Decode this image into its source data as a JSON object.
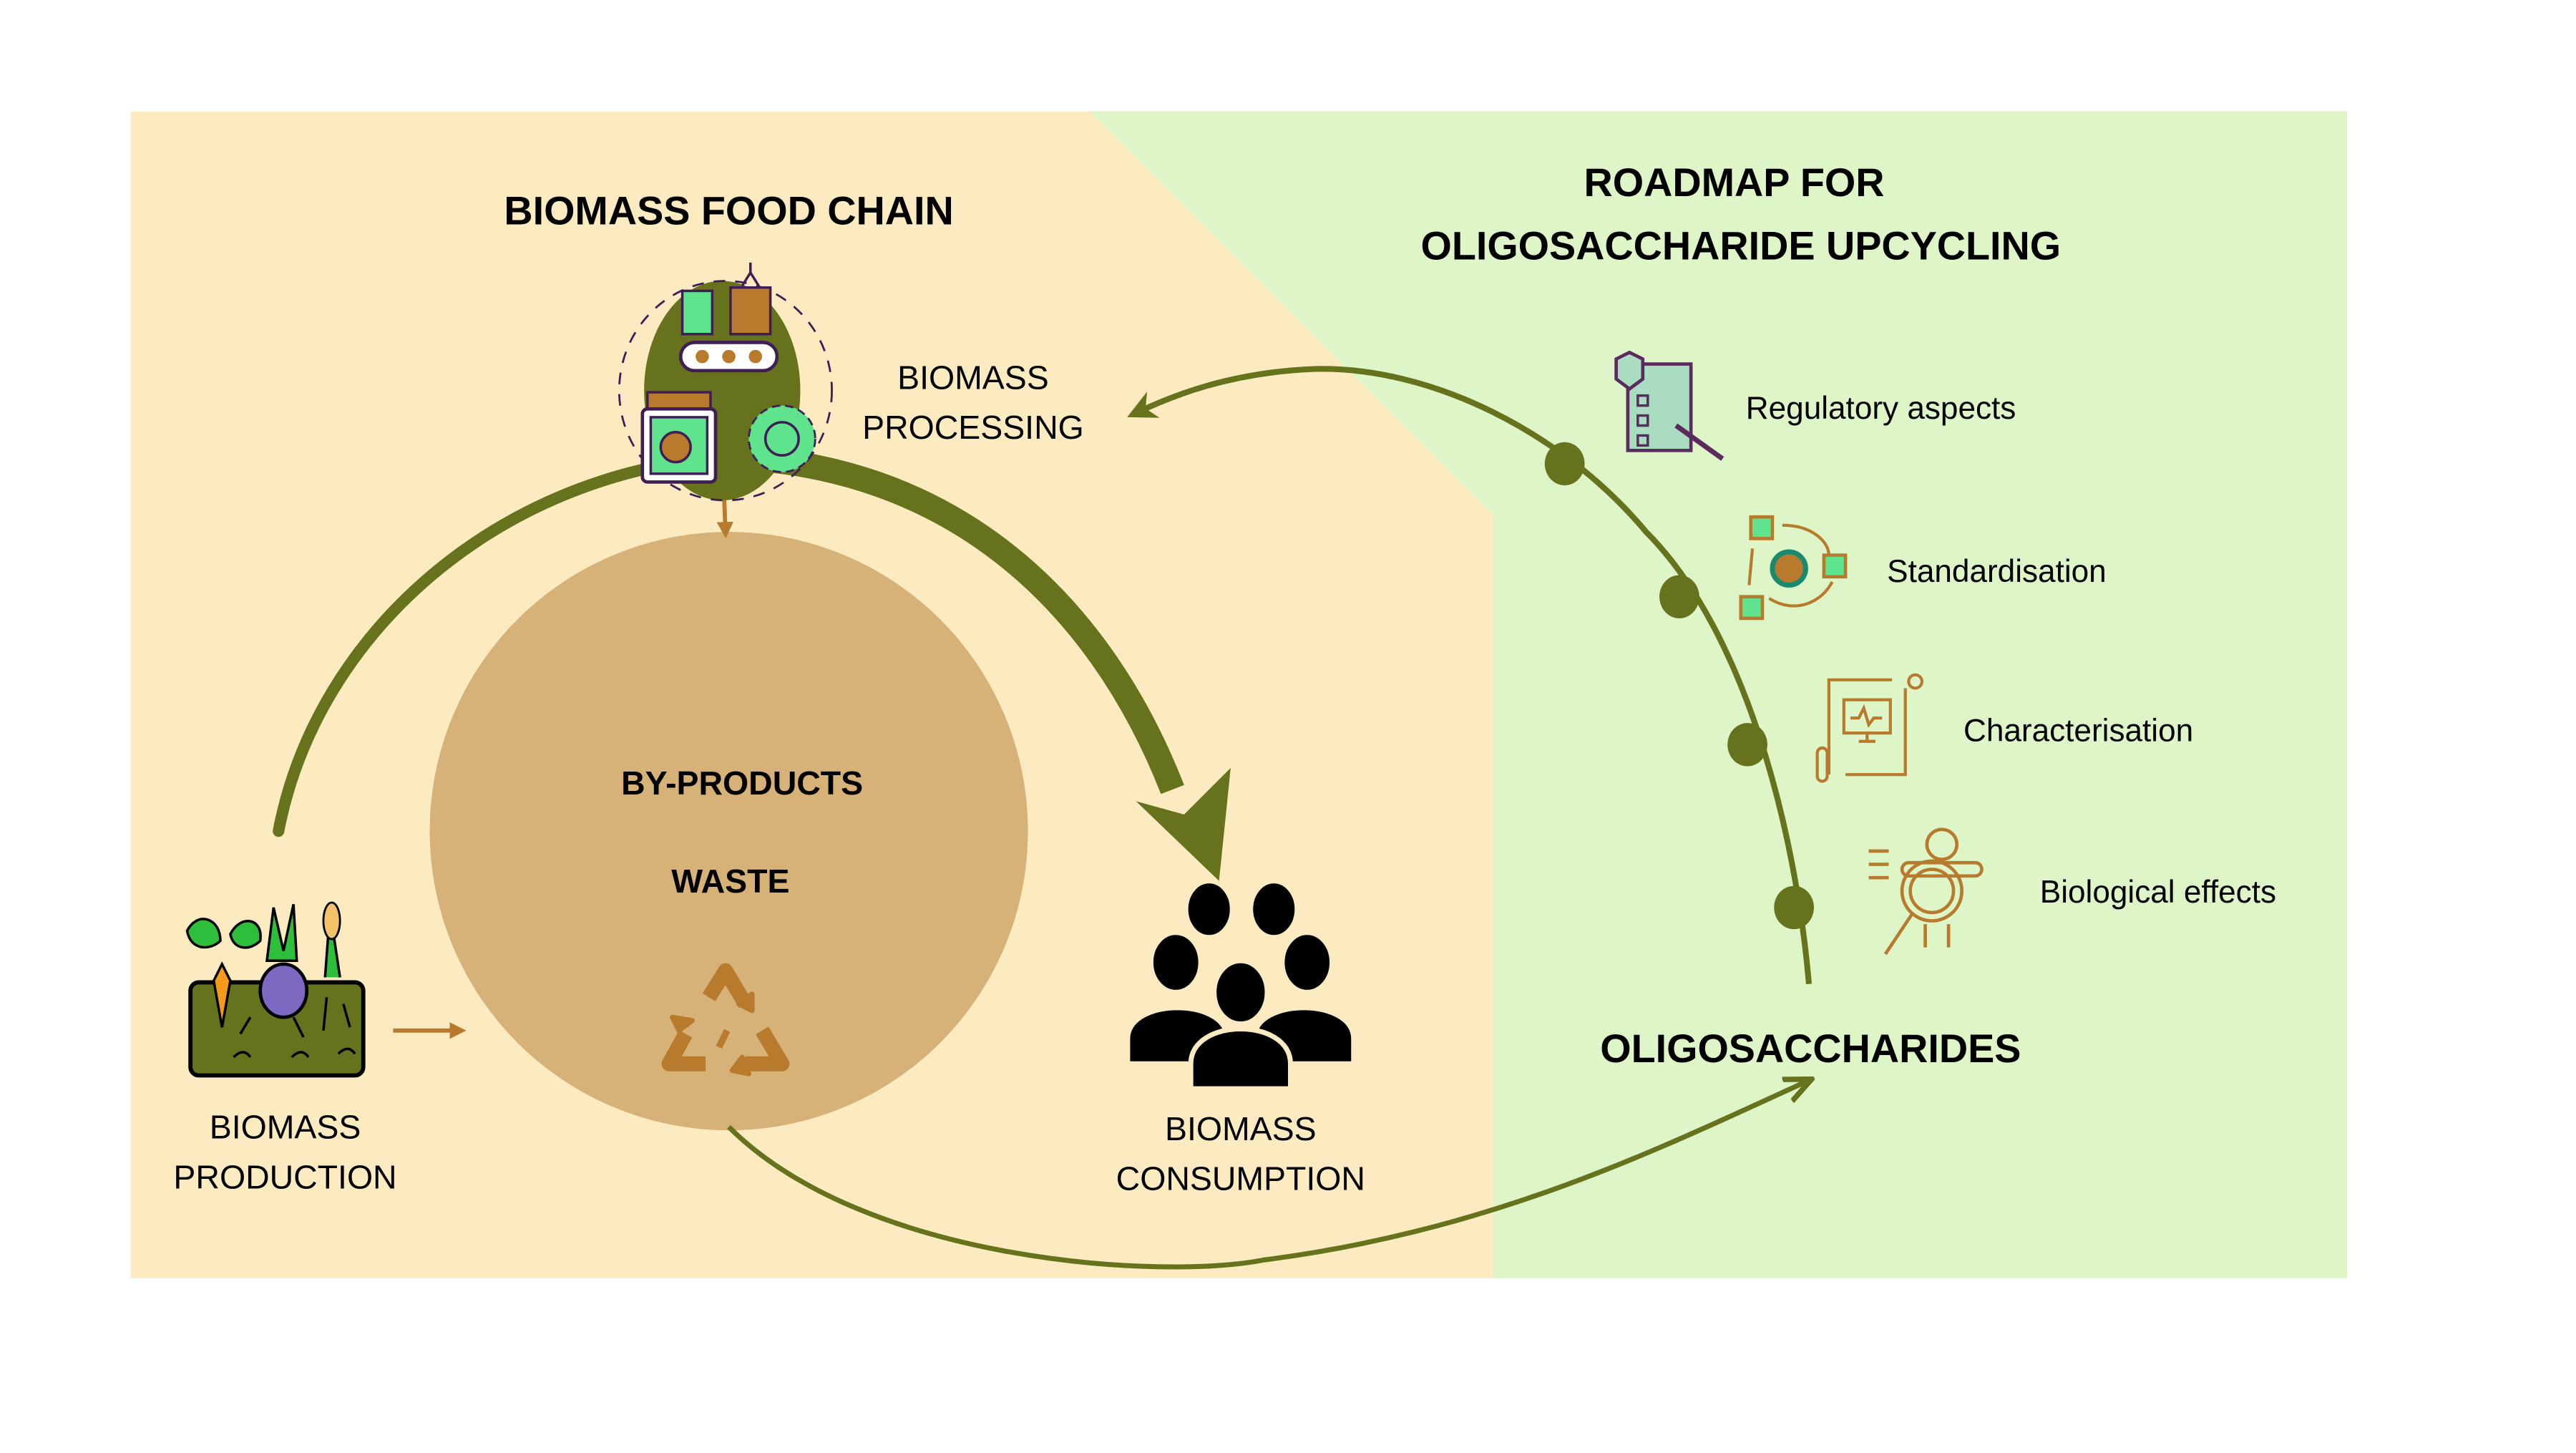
{
  "left_panel": {
    "title": "BIOMASS FOOD CHAIN",
    "processing_label": [
      "BIOMASS",
      "PROCESSING"
    ],
    "production_label": [
      "BIOMASS",
      "PRODUCTION"
    ],
    "consumption_label": [
      "BIOMASS",
      "CONSUMPTION"
    ],
    "byproducts_label": "BY-PRODUCTS",
    "waste_label": "WASTE"
  },
  "right_panel": {
    "title": [
      "ROADMAP FOR",
      "OLIGOSACCHARIDE UPCYCLING"
    ],
    "steps": [
      {
        "label": "Regulatory aspects",
        "icon": "regulatory-checklist-gavel-icon"
      },
      {
        "label": "Standardisation",
        "icon": "standardisation-gear-cycle-icon"
      },
      {
        "label": "Characterisation",
        "icon": "characterisation-monitor-icon"
      },
      {
        "label": "Biological effects",
        "icon": "biological-effects-body-magnifier-icon"
      }
    ],
    "product_label": "OLIGOSACCHARIDES"
  },
  "colors": {
    "beige_panel": "#fcebc0",
    "green_panel": "#ddf5c7",
    "olive": "#66731c",
    "tan_circle": "#d7b278",
    "brown_accent": "#b87a2c",
    "mint": "#5fe48d",
    "purple_outline": "#3f1d57"
  }
}
